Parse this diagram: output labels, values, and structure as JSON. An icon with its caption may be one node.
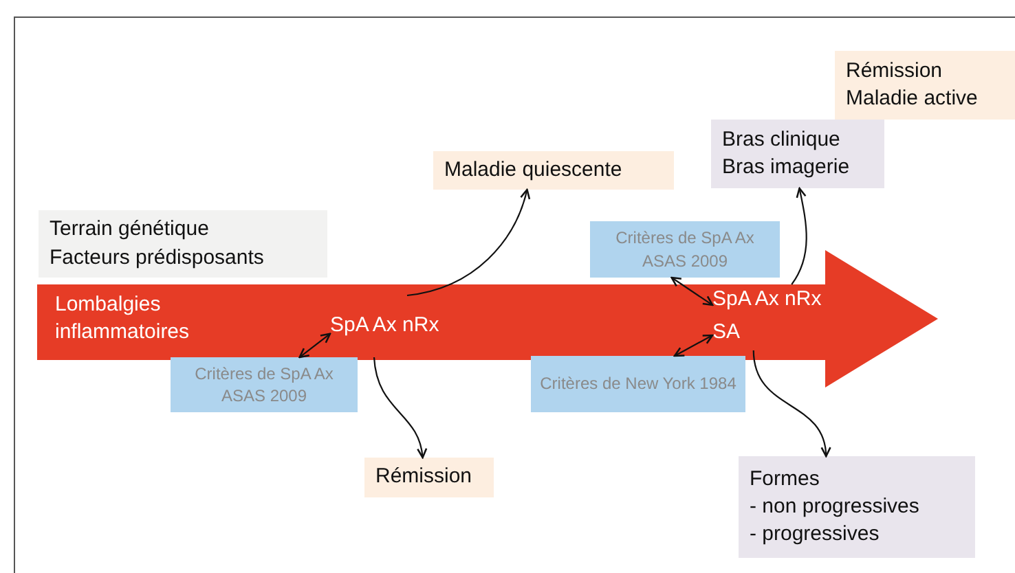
{
  "diagram": {
    "nodes": [
      {
        "text": [],
        "shape": "arrow"
      },
      {
        "text": [
          "Terrain génétique",
          "Facteurs prédisposants"
        ]
      },
      {
        "text": [
          "Lombalgies inflammatoires"
        ],
        "in": 0
      },
      {
        "text": [
          "SpA Ax nRx"
        ],
        "in": 0
      },
      {
        "text": [
          "Critères de SpA Ax ASAS 2009"
        ]
      },
      {
        "text": [
          "Rémission"
        ]
      },
      {
        "text": [
          "Maladie quiescente"
        ]
      },
      {
        "text": [
          "Critères de SpA Ax ASAS 2009"
        ]
      },
      {
        "text": [
          "SpA Ax nRx"
        ],
        "in": 0
      },
      {
        "text": [
          "SA"
        ],
        "in": 0
      },
      {
        "text": [
          "Critères de New York 1984"
        ]
      },
      {
        "text": [
          "Bras clinique",
          "Bras imagerie"
        ]
      },
      {
        "text": [
          "Rémission",
          "Maladie active"
        ]
      },
      {
        "text": [
          "Formes",
          "- non progressives",
          "- progressives"
        ]
      }
    ],
    "edges": [
      {
        "from": 4,
        "to": 3,
        "arrow": "both"
      },
      {
        "from": 3,
        "to": 5,
        "arrow": "to"
      },
      {
        "from": 3,
        "to": 6,
        "arrow": "to"
      },
      {
        "from": 7,
        "to": 8,
        "arrow": "both"
      },
      {
        "from": 8,
        "to": 11,
        "arrow": "to"
      },
      {
        "from": 10,
        "to": 9,
        "arrow": "both"
      },
      {
        "from": 9,
        "to": 13,
        "arrow": "to"
      }
    ]
  }
}
